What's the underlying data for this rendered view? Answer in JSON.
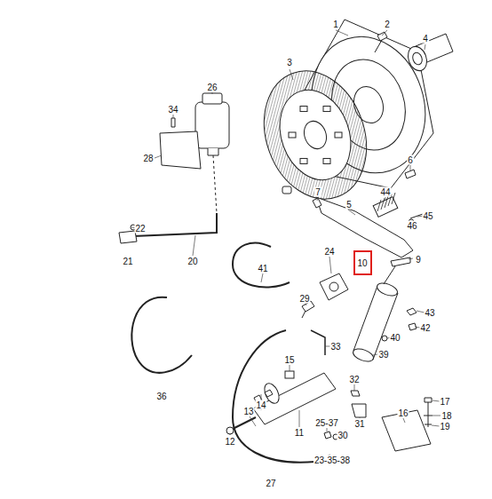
{
  "diagram": {
    "nodes": [
      {
        "text": [
          "10"
        ]
      }
    ],
    "labels": [
      "1",
      "2",
      "3",
      "4",
      "6",
      "5",
      "7",
      "44",
      "45",
      "46",
      "9",
      "24",
      "29",
      "41",
      "43",
      "42",
      "40",
      "39",
      "33",
      "36",
      "15",
      "32",
      "13",
      "14",
      "11",
      "12",
      "31",
      "30",
      "25-37",
      "23-35-38",
      "27",
      "16",
      "17",
      "18",
      "19",
      "26",
      "34",
      "28",
      "22",
      "21",
      "20"
    ]
  }
}
